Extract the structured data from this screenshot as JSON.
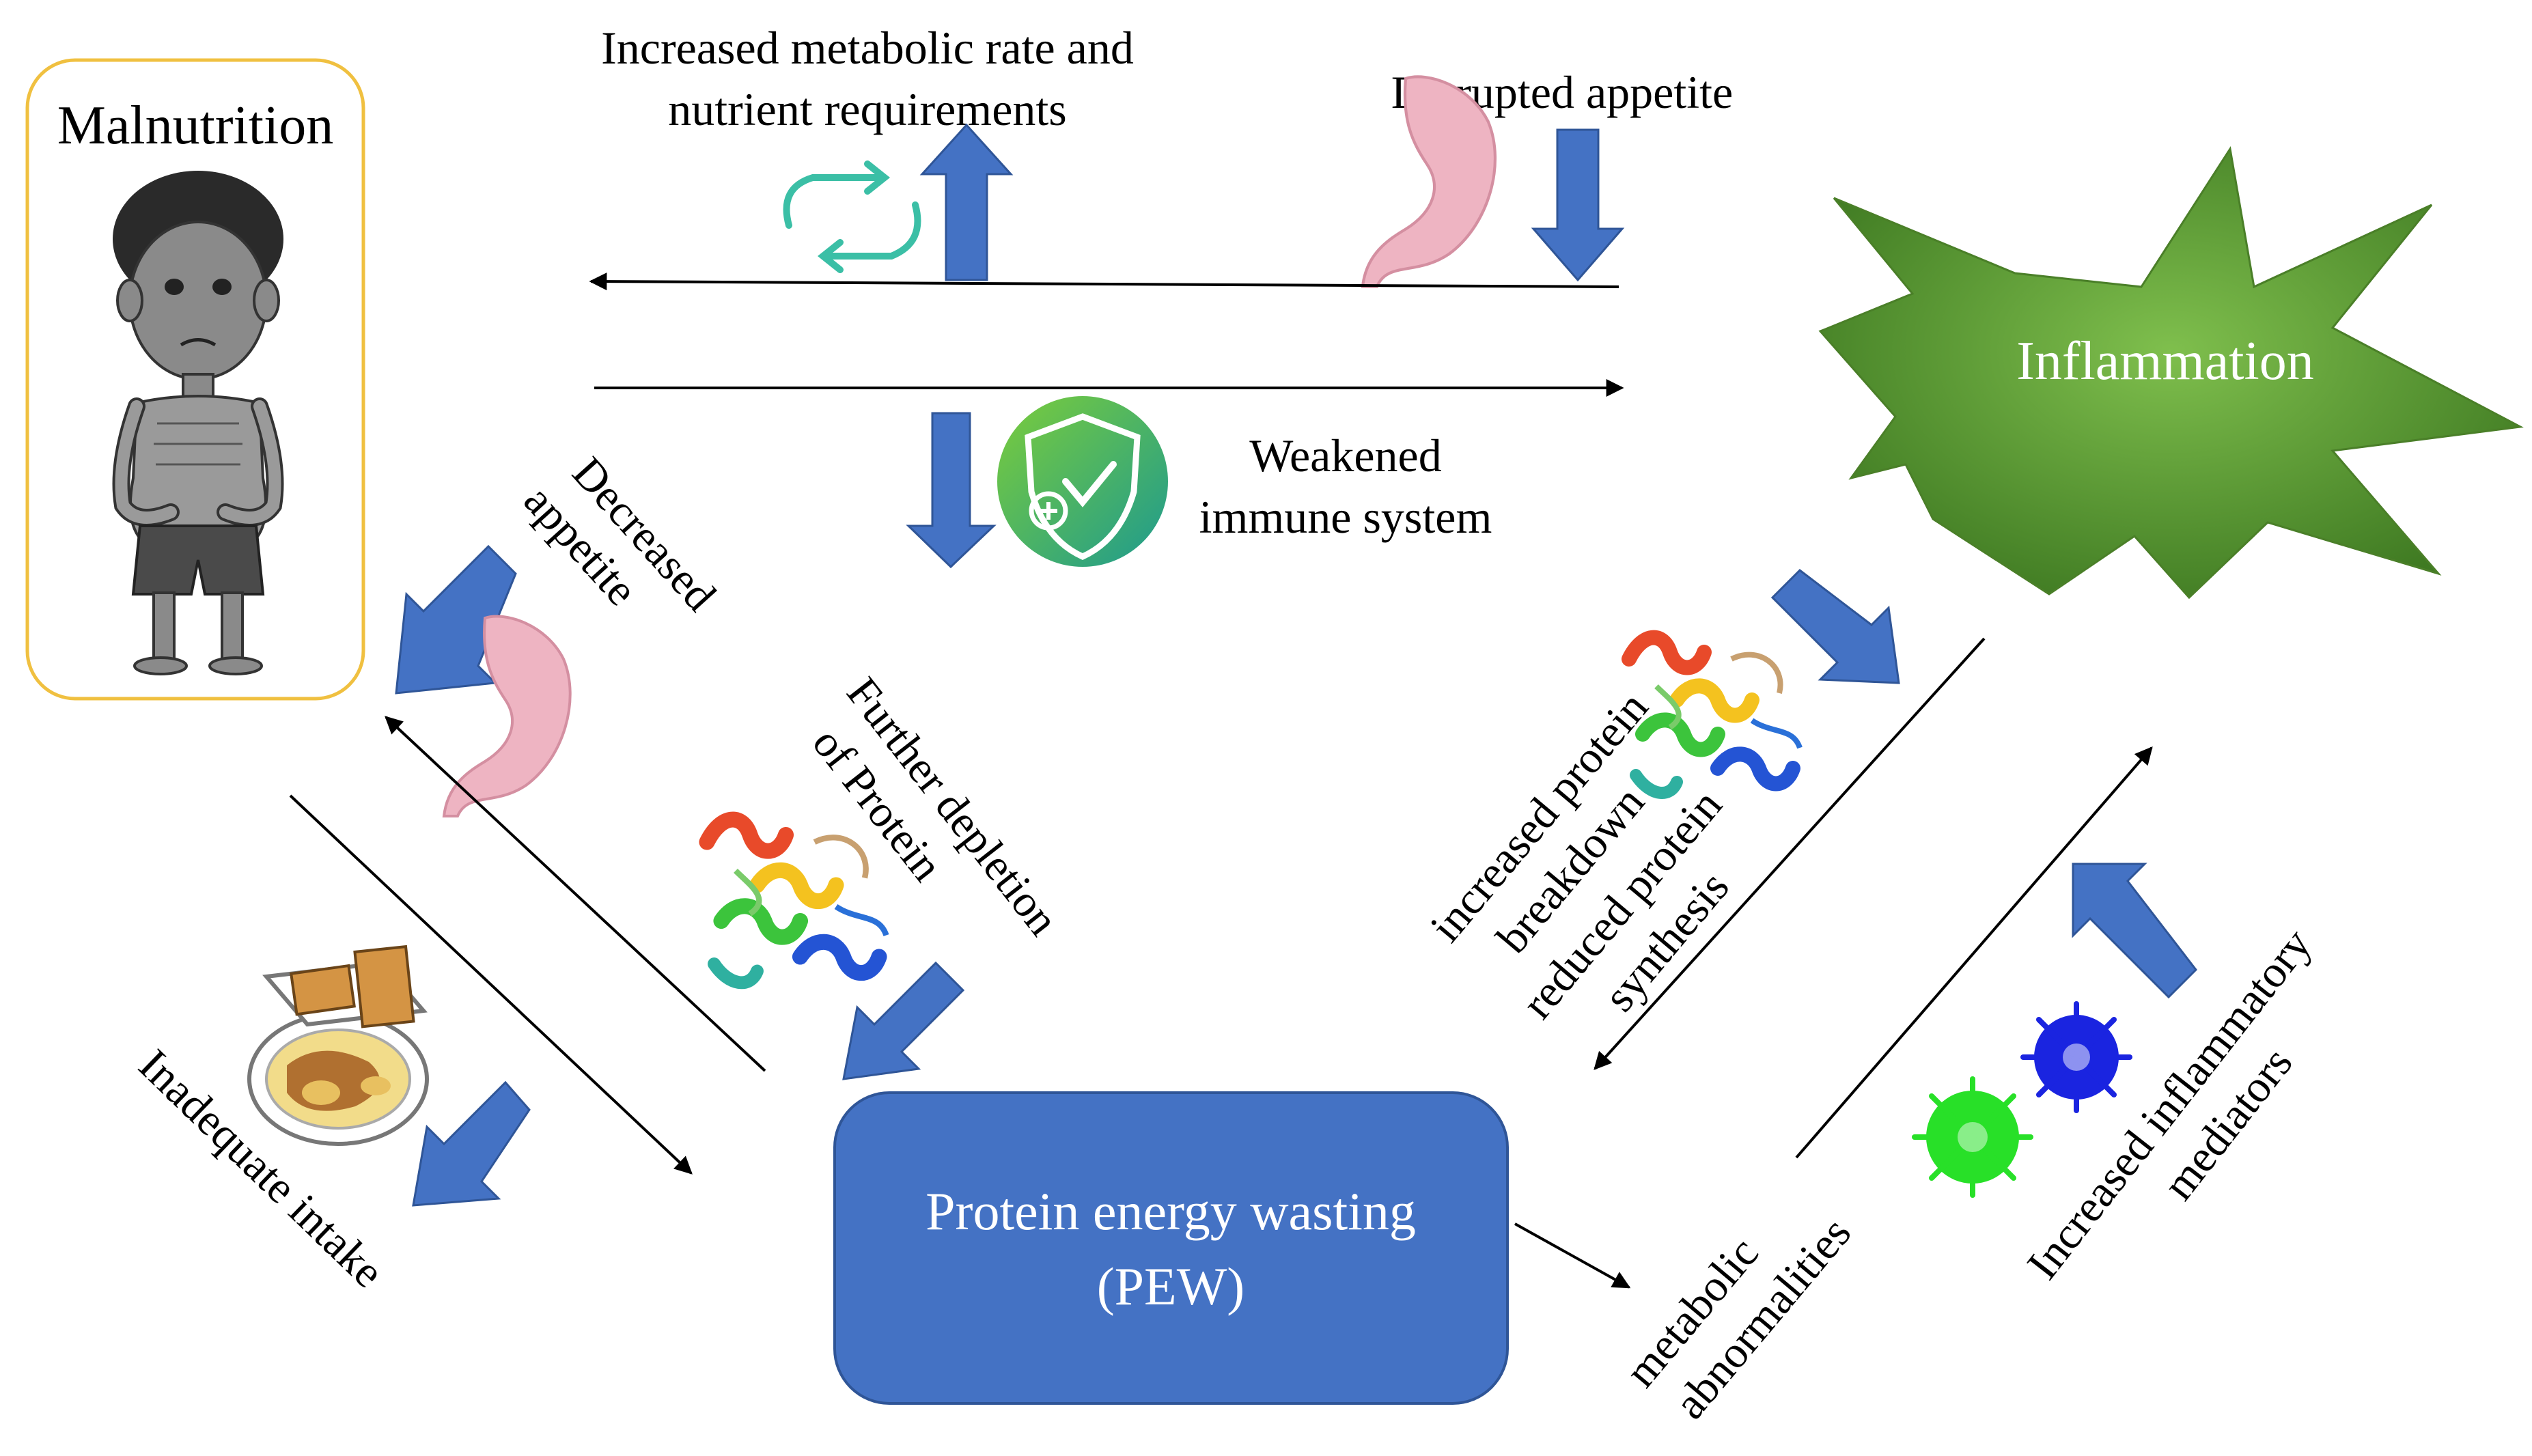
{
  "nodes": {
    "malnutrition": {
      "label": "Malnutrition"
    },
    "inflammation": {
      "label": "Inflammation"
    },
    "pew": {
      "line1": "Protein energy wasting",
      "line2": "(PEW)"
    }
  },
  "labels": {
    "metabolic_rate_line1": "Increased  metabolic  rate  and",
    "metabolic_rate_line2": "nutrient requirements",
    "disrupted_appetite": "Disrupted appetite",
    "weakened_line1": "Weakened",
    "weakened_line2": "immune system",
    "decreased_line1": "Decreased",
    "decreased_line2": "appetite",
    "further_line1": "Further depletion",
    "further_line2": "of Protein",
    "inadequate": "Inadequate  intake",
    "breakdown_line1": "increased protein",
    "breakdown_line2": "breakdown",
    "breakdown_line3": "reduced protein",
    "breakdown_line4": "synthesis",
    "metabolic_abn_line1": "metabolic",
    "metabolic_abn_line2": "abnormalities",
    "mediators_line1": "Increased  inflammatory",
    "mediators_line2": "mediators"
  },
  "colors": {
    "pew_box": "#4472c4",
    "block_arrow": "#4472c4",
    "inflammation_star": "#5f9732",
    "malnutrition_border": "#f0c040",
    "stomach": "#eeb4c2",
    "mediator_blue": "#1a24e0",
    "mediator_green": "#28e028",
    "cycle_icon": "#3bbfa6",
    "shield_icon": "#37a96f"
  }
}
